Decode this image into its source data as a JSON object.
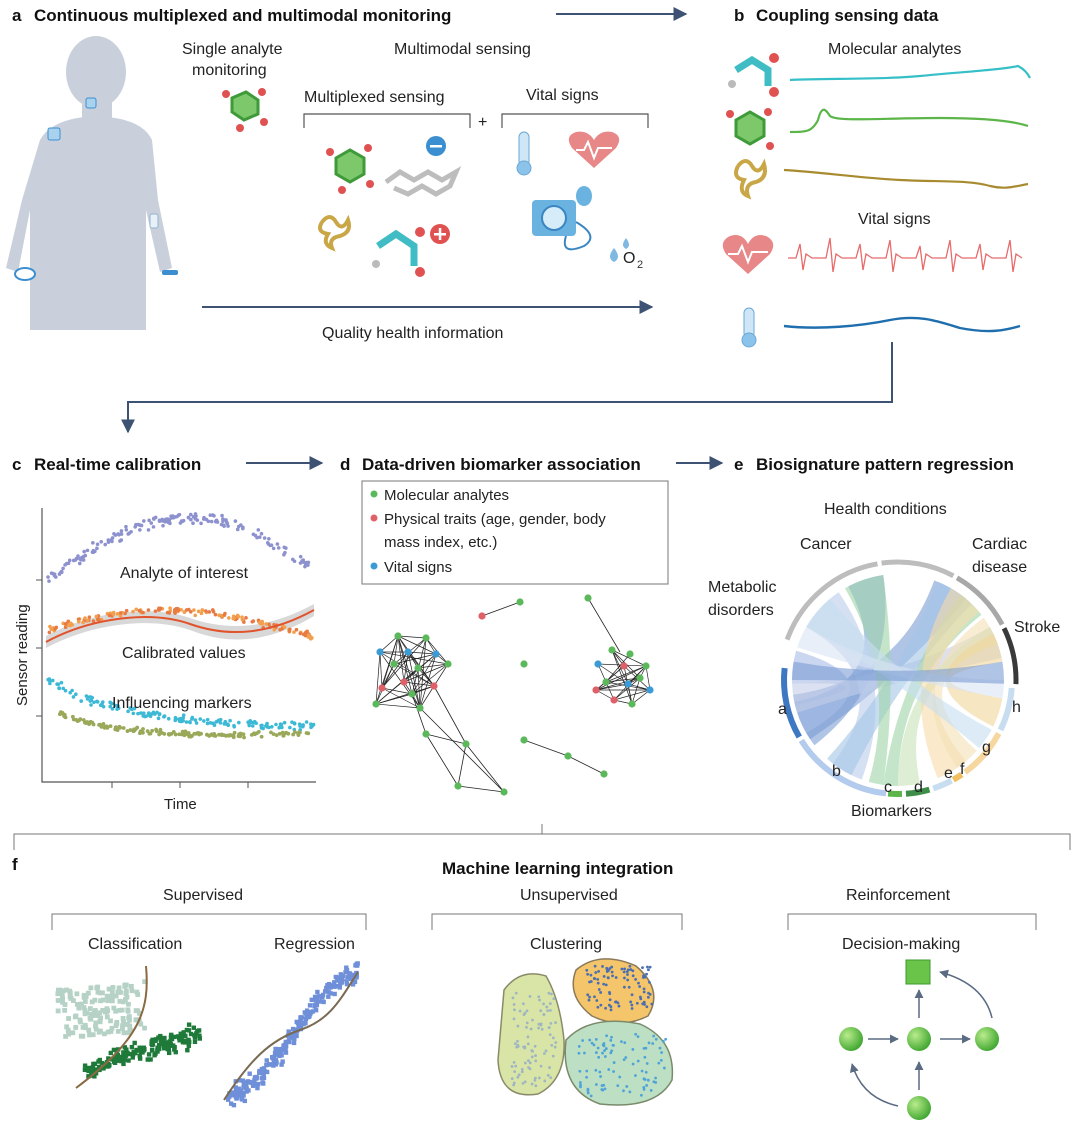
{
  "panel_a": {
    "letter": "a",
    "title": "Continuous multiplexed and multimodal monitoring",
    "single_line1": "Single analyte",
    "single_line2": "monitoring",
    "multimodal": "Multimodal sensing",
    "multiplexed": "Multiplexed sensing",
    "plus": "+",
    "vital_signs": "Vital signs",
    "o2": "O",
    "o2_sub": "2",
    "quality": "Quality health information"
  },
  "panel_b": {
    "letter": "b",
    "title": "Coupling sensing data",
    "molecular": "Molecular analytes",
    "vital": "Vital signs"
  },
  "panel_c": {
    "letter": "c",
    "title": "Real-time calibration",
    "ylabel": "Sensor reading",
    "xlabel": "Time",
    "analyte": "Analyte of interest",
    "calibrated": "Calibrated values",
    "influencing": "Influencing markers"
  },
  "panel_d": {
    "letter": "d",
    "title": "Data-driven biomarker association",
    "legend": [
      {
        "lines": [
          "Molecular analytes"
        ],
        "color": "#5bb95b"
      },
      {
        "lines": [
          "Physical traits (age, gender, body",
          "mass index, etc.)"
        ],
        "color": "#e0606a"
      },
      {
        "lines": [
          "Vital signs"
        ],
        "color": "#3b9bd6"
      }
    ]
  },
  "panel_e": {
    "letter": "e",
    "title": "Biosignature pattern regression",
    "health": "Health conditions",
    "cancer": "Cancer",
    "cardiac1": "Cardiac",
    "cardiac2": "disease",
    "metabolic1": "Metabolic",
    "metabolic2": "disorders",
    "stroke": "Stroke",
    "biomarkers": "Biomarkers",
    "markers": [
      "a",
      "b",
      "c",
      "d",
      "e",
      "f",
      "g",
      "h"
    ]
  },
  "panel_f": {
    "letter": "f",
    "title": "Machine learning integration",
    "supervised": "Supervised",
    "unsupervised": "Unsupervised",
    "reinforcement": "Reinforcement",
    "classification": "Classification",
    "regression": "Regression",
    "clustering": "Clustering",
    "decision": "Decision-making"
  },
  "colors": {
    "arrow": "#3e5373",
    "skin": "#c9d0dc",
    "teal": "#35bfc7",
    "green": "#5bb548",
    "gold": "#a88a2f",
    "heart": "#e86b6b",
    "blue": "#1f6fae"
  }
}
